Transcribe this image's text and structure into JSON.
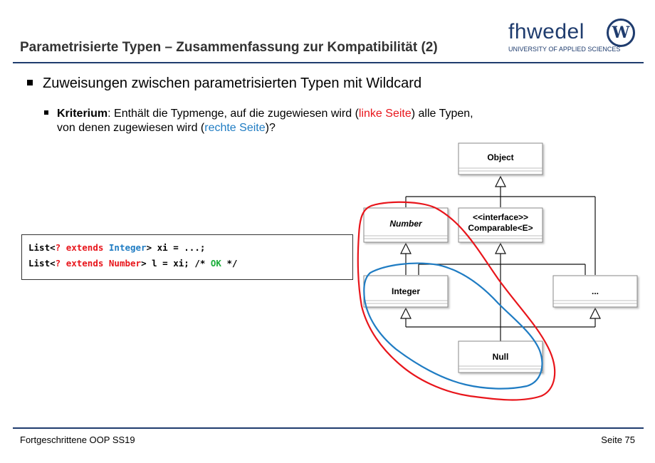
{
  "header": {
    "title": "Parametrisierte Typen – Zusammenfassung zur Kompatibilität (2)",
    "logo_text": "fhwedel",
    "logo_sub": "UNIVERSITY OF APPLIED SCIENCES",
    "logo_badge": "W"
  },
  "content": {
    "bullet1": "Zuweisungen zwischen parametrisierten Typen mit Wildcard",
    "bullet2": {
      "term": "Kriterium",
      "text1": ": Enthält die Typmenge, auf die zugewiesen wird (",
      "left_side": "linke Seite",
      "text2": ") alle Typen,",
      "text3": "von denen zugewiesen wird (",
      "right_side": "rechte Seite",
      "text4": ")?"
    }
  },
  "code": {
    "line1": {
      "t1": "List<",
      "kw": "? extends",
      "sp": " ",
      "ty": "Integer",
      "t2": "> xi = ...;"
    },
    "line2": {
      "t1": "List<",
      "kw": "? extends Number",
      "t2": "> l = xi; /* ",
      "ok": "OK",
      "t3": " */"
    }
  },
  "diagram": {
    "object_label": "Object",
    "number_label": "Number",
    "interface_line1": "<<interface>>",
    "interface_line2": "Comparable<E>",
    "integer_label": "Integer",
    "ellipsis_label": "...",
    "null_label": "Null",
    "colors": {
      "red_outline": "#e8151b",
      "blue_outline": "#1f7cc3"
    }
  },
  "footer": {
    "left": "Fortgeschrittene OOP SS19",
    "right": "Seite 75"
  }
}
